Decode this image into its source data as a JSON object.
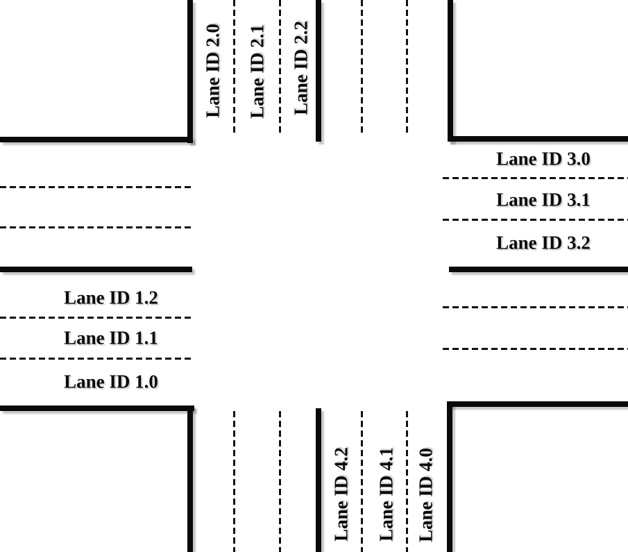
{
  "diagram": {
    "kind": "four-leg-intersection-lane-schematic"
  },
  "roads": {
    "west_approach_1": {
      "lane_labels": [
        "Lane ID 1.2",
        "Lane ID 1.1",
        "Lane ID 1.0"
      ]
    },
    "north_approach_2": {
      "lane_labels": [
        "Lane ID 2.0",
        "Lane ID 2.1",
        "Lane ID 2.2"
      ]
    },
    "east_approach_3": {
      "lane_labels": [
        "Lane ID 3.0",
        "Lane ID 3.1",
        "Lane ID 3.2"
      ]
    },
    "south_approach_4": {
      "lane_labels": [
        "Lane ID 4.2",
        "Lane ID 4.1",
        "Lane ID 4.0"
      ]
    }
  },
  "colors": {
    "line": "#0a0a0a",
    "background": "#ffffff",
    "shadow": "#c4c4c4"
  }
}
